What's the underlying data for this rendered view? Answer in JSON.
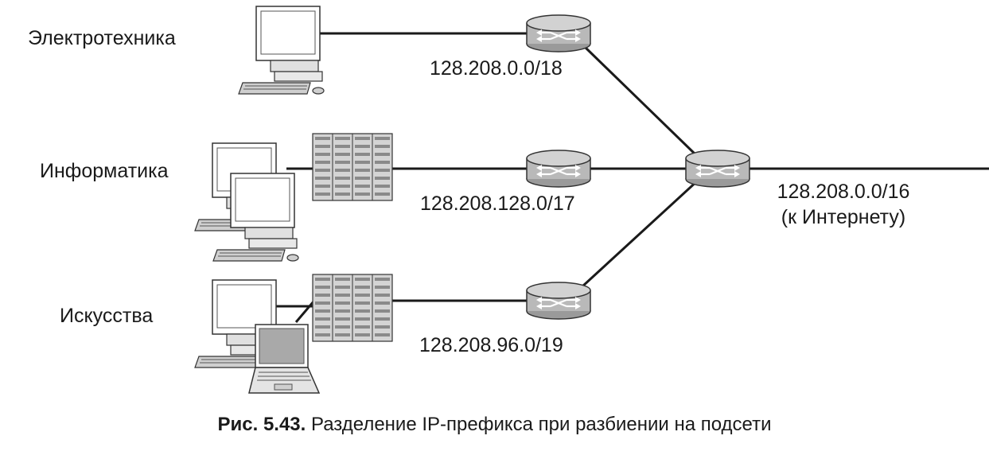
{
  "departments": {
    "electrical": "Электротехника",
    "cs": "Информатика",
    "arts": "Искусства"
  },
  "prefixes": {
    "electrical": "128.208.0.0/18",
    "cs": "128.208.128.0/17",
    "arts": "128.208.96.0/19",
    "internet": "128.208.0.0/16",
    "internet_note": "(к Интернету)"
  },
  "caption": {
    "number": "Рис. 5.43.",
    "text": "Разделение IP-префикса при разбиении на подсети"
  },
  "colors": {
    "line": "#1a1a1a",
    "router_fill": "#b9b9b9",
    "router_stroke": "#333333",
    "monitor_screen": "#ffffff",
    "laptop_screen": "#a9a9a9",
    "server_fill": "#c8c8c8"
  },
  "icons": [
    "router-icon",
    "server-icon",
    "desktop-computer-icon",
    "laptop-icon"
  ]
}
